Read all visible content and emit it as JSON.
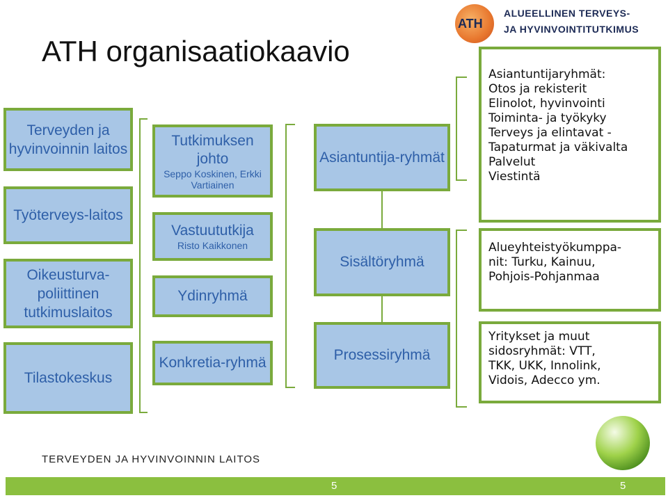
{
  "title": "ATH organisaatiokaavio",
  "logo": {
    "text": "ATH",
    "line1": "ALUEELLINEN TERVEYS-",
    "line2": "JA HYVINVOINTITUTKIMUS"
  },
  "left_column": [
    "Terveyden ja hyvinvoinnin laitos",
    "Työterveys-laitos",
    "Oikeusturva-poliittinen tutkimuslaitos",
    "Tilastokeskus"
  ],
  "middle_column": {
    "box1": {
      "title": "Tutkimuksen johto",
      "sub": "Seppo Koskinen, Erkki Vartiainen"
    },
    "box2": {
      "title": "Vastuututkija",
      "sub": "Risto Kaikkonen"
    },
    "box3": {
      "title": "Ydinryhmä"
    },
    "box4": {
      "title": "Konkretia-ryhmä"
    }
  },
  "groups_column": [
    "Asiantuntija-ryhmät",
    "Sisältöryhmä",
    "Prosessiryhmä"
  ],
  "right_column": {
    "box1": [
      "Asiantuntijaryhmät:",
      "Otos ja rekisterit",
      "Elinolot, hyvinvointi",
      "Toiminta- ja työkyky",
      "Terveys ja elintavat -",
      "Tapaturmat ja väkivalta",
      "Palvelut",
      "Viestintä"
    ],
    "box2": [
      "Alueyhteistyökumppa-",
      "nit: Turku, Kainuu,",
      "Pohjois-Pohjanmaa"
    ],
    "box3": [
      "Yritykset ja muut",
      "sidosryhmät: VTT,",
      "TKK, UKK, Innolink,",
      "Vidois, Adecco ym."
    ]
  },
  "footer": {
    "org": "TERVEYDEN JA HYVINVOINNIN LAITOS",
    "page_center": "5",
    "page_right": "5"
  },
  "colors": {
    "box_fill": "#a8c6e6",
    "box_text": "#2e5fa8",
    "border": "#7aaa3c",
    "bar": "#8bbf3f"
  }
}
